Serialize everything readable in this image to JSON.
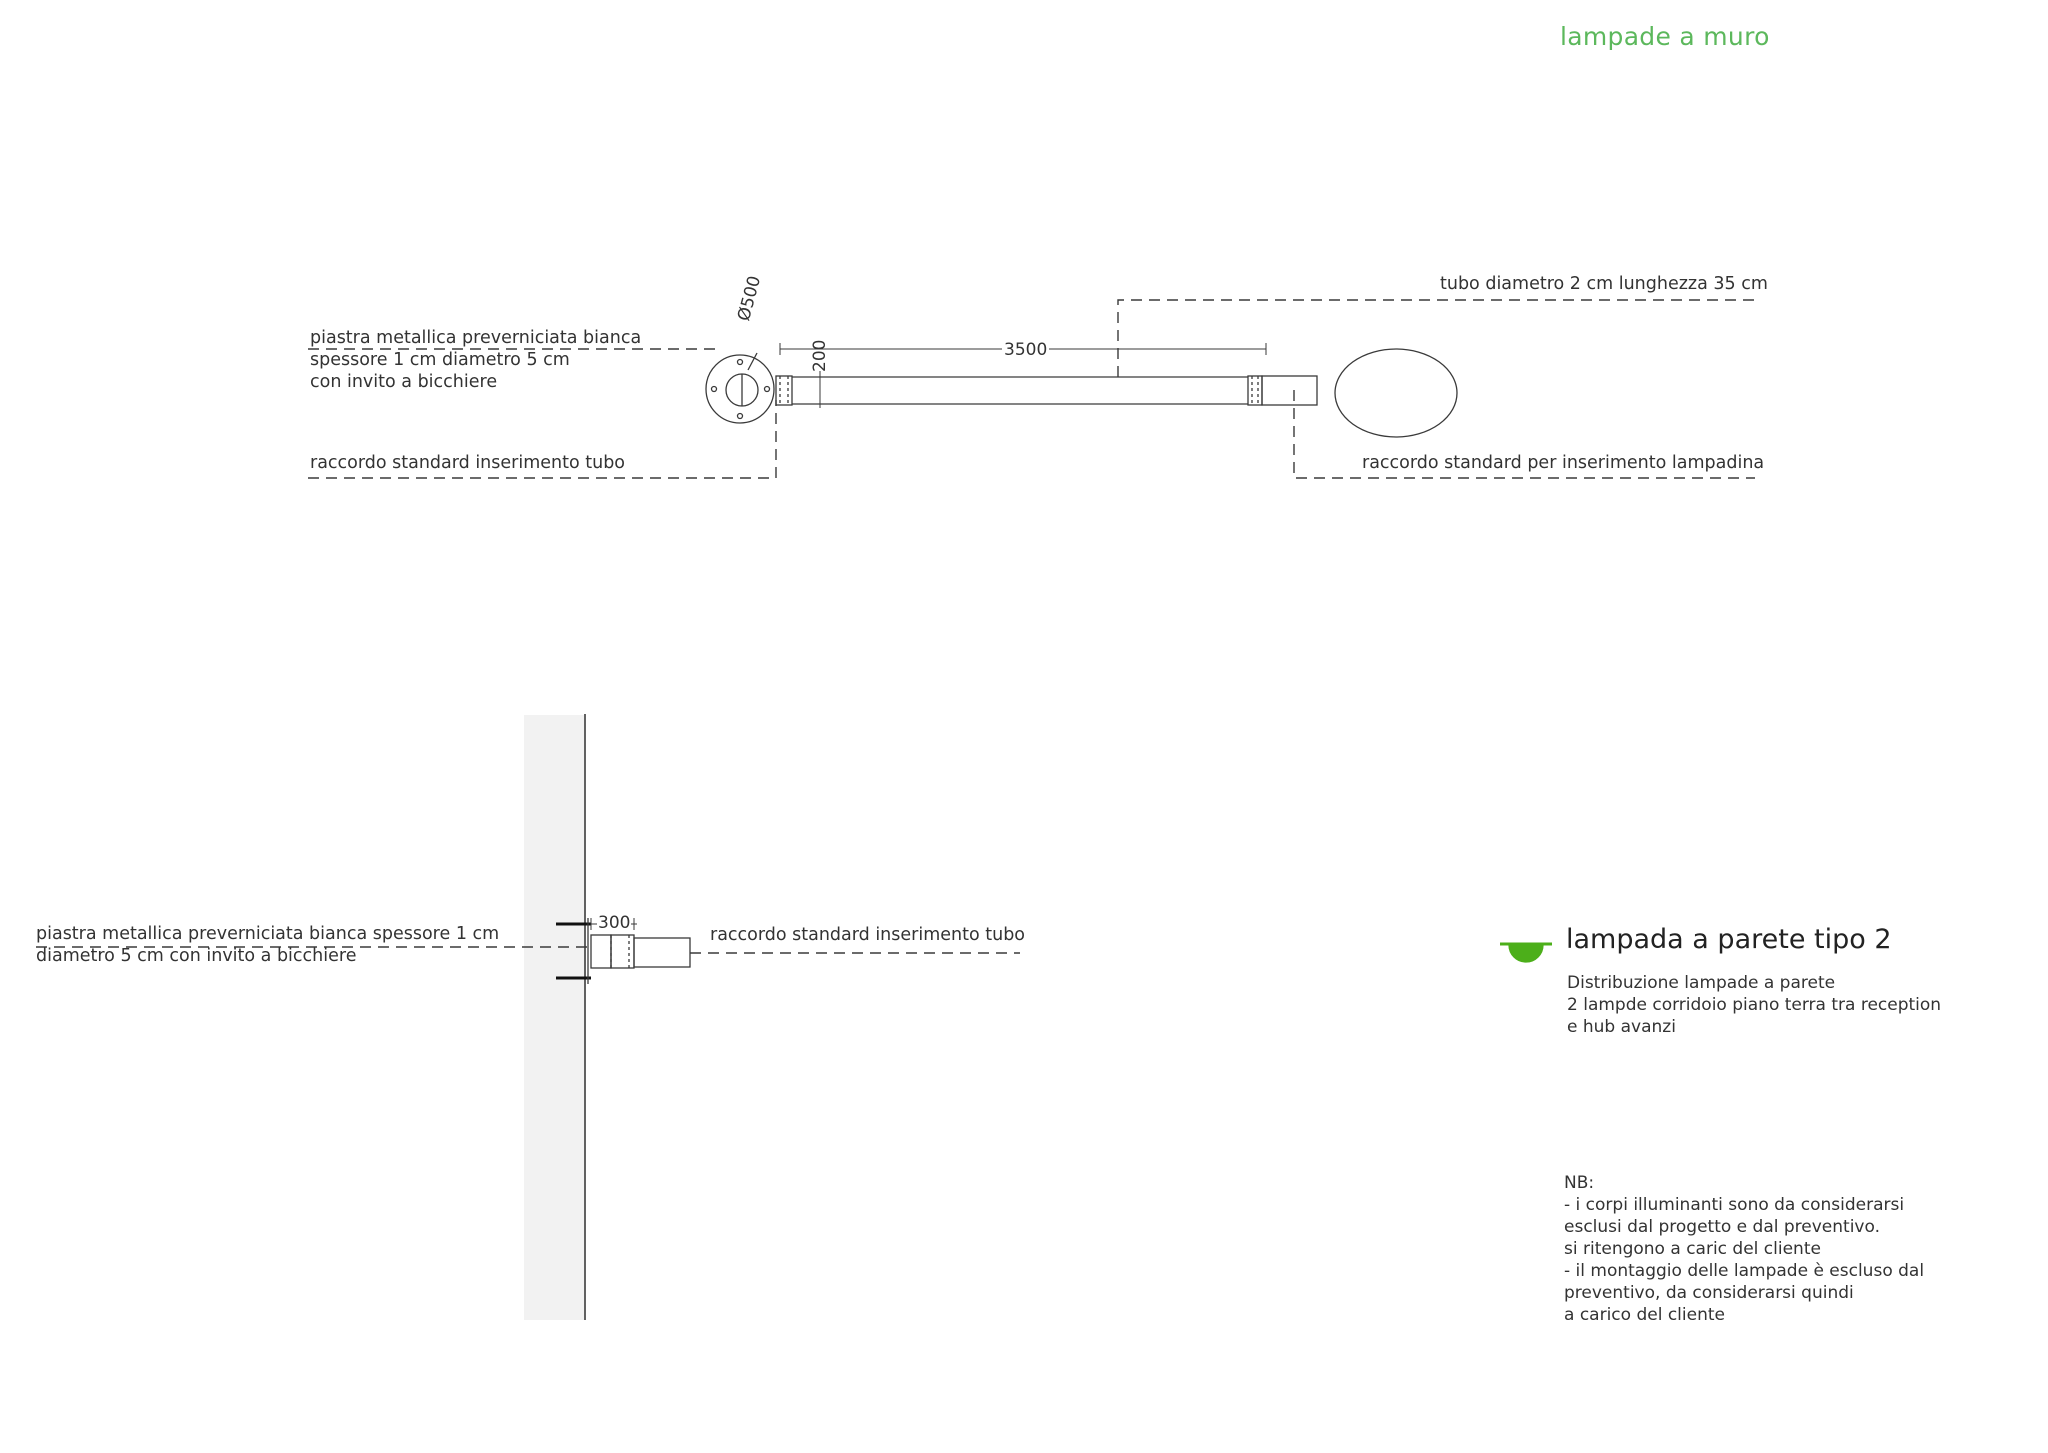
{
  "sheet": {
    "title": "lampade a muro"
  },
  "top_view": {
    "label_plate": [
      "piastra metallica preverniciata bianca",
      "spessore 1 cm diametro 5 cm",
      "con invito a bicchiere"
    ],
    "label_fitting_left": "raccordo standard inserimento tubo",
    "label_tube": "tubo diametro 2 cm lunghezza 35 cm",
    "label_fitting_right": "raccordo standard per inserimento lampadina",
    "dim_plate_diameter": "Ø500",
    "dim_tube_height": "200",
    "dim_tube_length": "3500"
  },
  "side_view": {
    "label_plate": [
      "piastra metallica preverniciata bianca spessore 1 cm",
      "diametro 5 cm con invito a bicchiere"
    ],
    "label_fitting": "raccordo standard inserimento tubo",
    "dim_fitting": "300"
  },
  "legend": {
    "title": "lampada a parete tipo 2",
    "description": [
      "Distribuzione lampade a parete",
      "2 lampde corridoio piano terra tra reception",
      "e hub avanzi"
    ],
    "icon": "wall-lamp-icon",
    "icon_color": "#4caf1a"
  },
  "notes": [
    "NB:",
    "-  i corpi illuminanti sono da considerarsi",
    "esclusi dal progetto e dal preventivo.",
    "si ritengono a caric del cliente",
    "- il montaggio delle lampade è escluso dal",
    "preventivo, da considerarsi quindi",
    "a carico del cliente"
  ],
  "colors": {
    "title_green": "#5cb85c",
    "line": "#3a3a3a",
    "wall_fill": "#f2f2f2"
  }
}
